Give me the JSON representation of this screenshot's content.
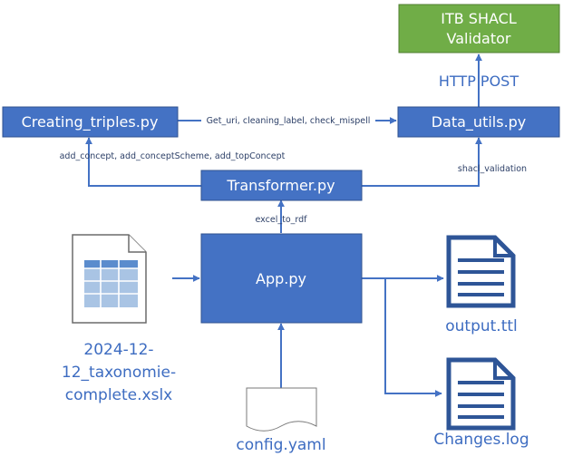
{
  "colors": {
    "box_fill": "#4472c4",
    "box_stroke": "#2f528f",
    "validator_fill": "#70ad47",
    "arrow": "#4472c4",
    "file_text": "#4472c4",
    "edge_label": "#203864"
  },
  "nodes": {
    "validator": {
      "line1": "ITB SHACL",
      "line2": "Validator"
    },
    "http_post": "HTTP POST",
    "data_utils": "Data_utils.py",
    "creating_triples": "Creating_triples.py",
    "transformer": "Transformer.py",
    "app": "App.py"
  },
  "edges": {
    "get_uri": "Get_uri, cleaning_label, check_mispell",
    "add_concept": "add_concept, add_conceptScheme, add_topConcept",
    "shacl_validation": "shacl_validation",
    "excel_to_rdf": "excel_to_rdf"
  },
  "files": {
    "excel": {
      "line1": "2024-12-",
      "line2": "12_taxonomie-",
      "line3": "complete.xslx",
      "icon": "spreadsheet-icon"
    },
    "output": {
      "label": "output.ttl",
      "icon": "document-icon"
    },
    "changes": {
      "label": "Changes.log",
      "icon": "document-icon"
    },
    "config": {
      "label": "config.yaml",
      "icon": "wavy-document-icon"
    }
  }
}
